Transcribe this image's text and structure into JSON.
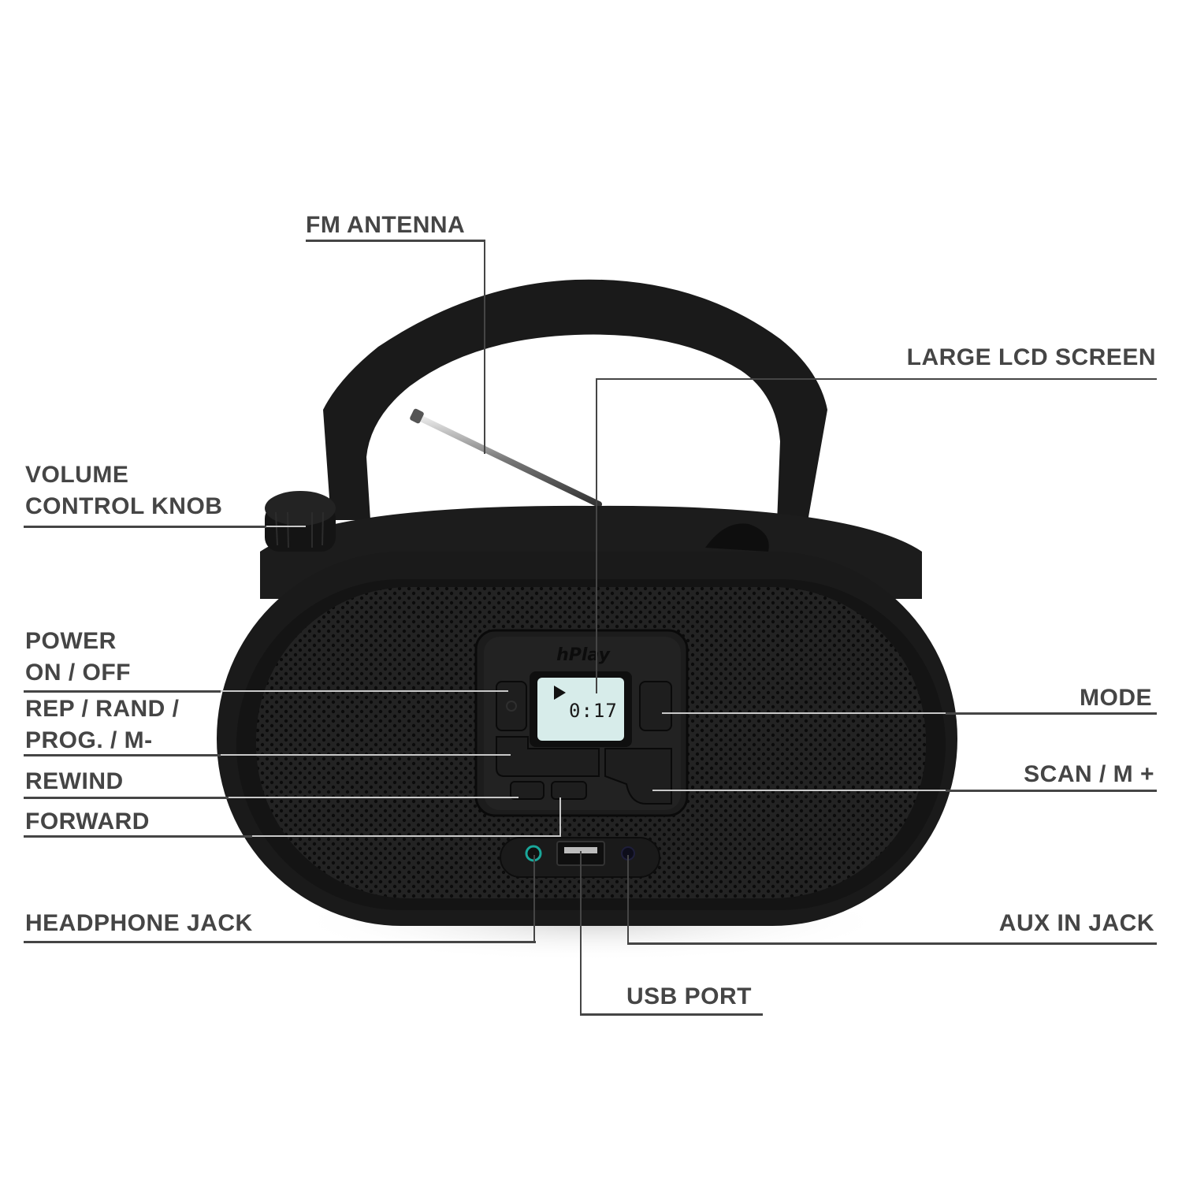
{
  "diagram": {
    "subject": "Portable CD player boombox front view",
    "brand": "hPlay",
    "lcd": {
      "play_icon": "play-icon",
      "time": "0:17"
    },
    "colors": {
      "label_text": "#454545",
      "leader_line": "#454545",
      "body": "#1e1e1e",
      "lcd_bg": "#d7ecea",
      "headphone_ring": "#1aa79a"
    },
    "callouts": {
      "fm_antenna": "FM ANTENNA",
      "large_lcd_screen": "LARGE LCD SCREEN",
      "volume_line1": "VOLUME",
      "volume_line2": "CONTROL KNOB",
      "power_line1": "POWER",
      "power_line2": "ON / OFF",
      "rep_line1": "REP / RAND /",
      "rep_line2": "PROG. / M-",
      "rewind": "REWIND",
      "forward": "FORWARD",
      "mode": "MODE",
      "scan": "SCAN / M +",
      "headphone_jack": "HEADPHONE JACK",
      "aux_in_jack": "AUX IN JACK",
      "usb_port": "USB PORT"
    }
  }
}
